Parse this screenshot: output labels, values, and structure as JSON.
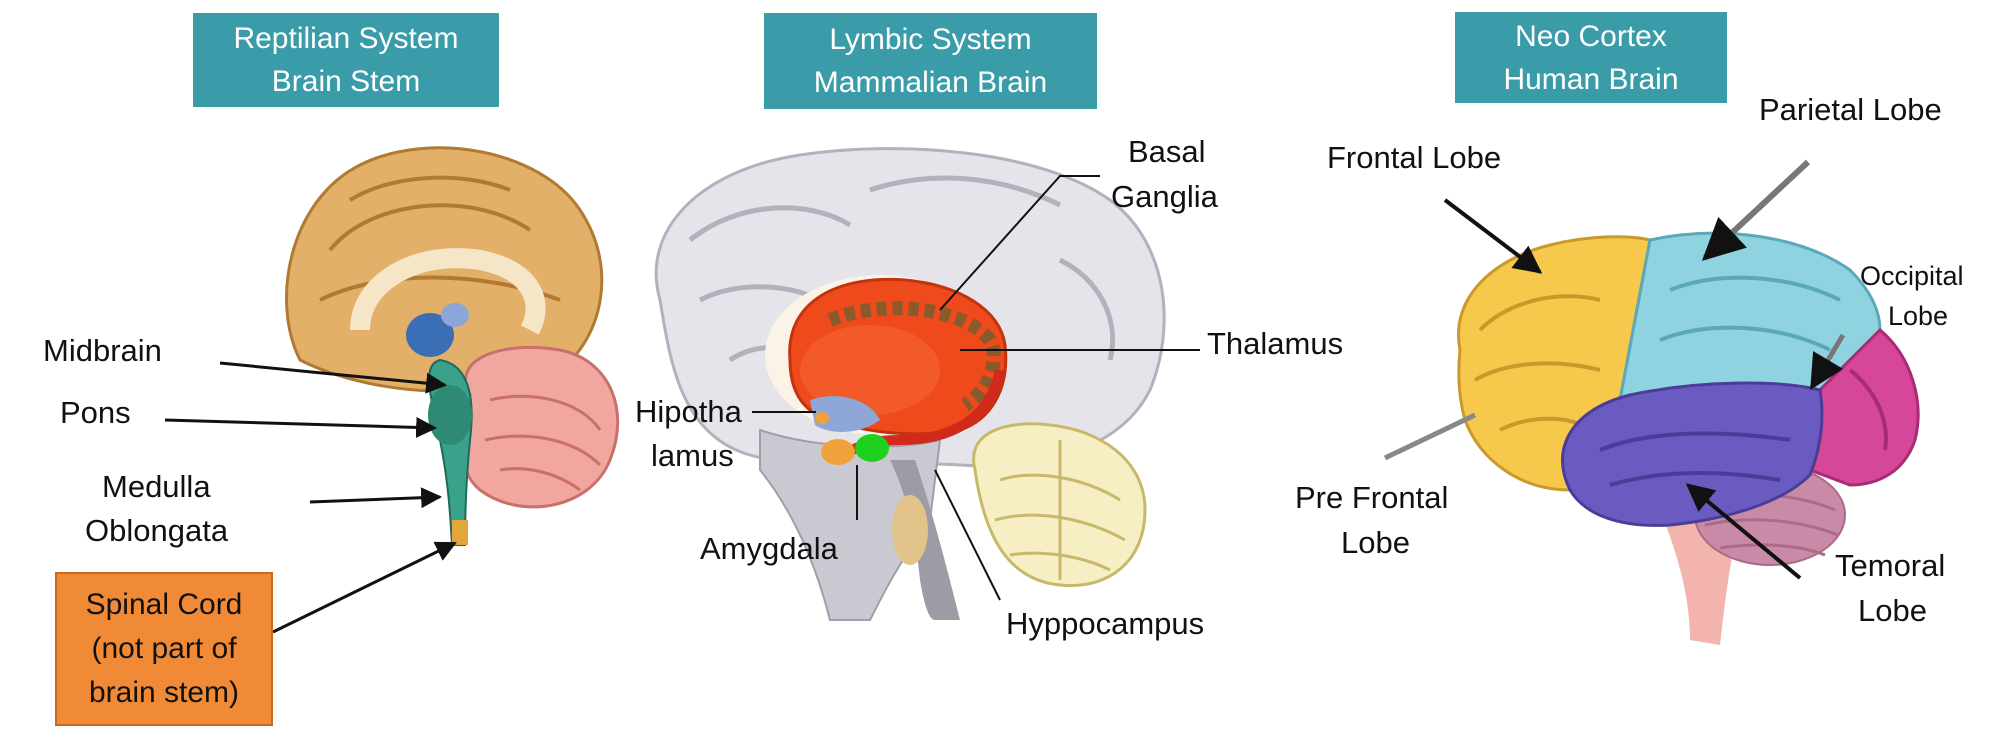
{
  "panels": [
    {
      "title_line1": "Reptilian System",
      "title_line2": "Brain Stem"
    },
    {
      "title_line1": "Lymbic System",
      "title_line2": "Mammalian Brain"
    },
    {
      "title_line1": "Neo Cortex",
      "title_line2": "Human Brain"
    }
  ],
  "labels": {
    "midbrain": "Midbrain",
    "pons": "Pons",
    "medulla_1": "Medulla",
    "medulla_2": "Oblongata",
    "spinal_1": "Spinal Cord",
    "spinal_2": "(not part of",
    "spinal_3": "brain stem)",
    "basal_1": "Basal",
    "basal_2": "Ganglia",
    "thalamus": "Thalamus",
    "hypo_1": "Hipotha",
    "hypo_2": "lamus",
    "amygdala": "Amygdala",
    "hippocampus": "Hyppocampus",
    "frontal": "Frontal Lobe",
    "parietal": "Parietal Lobe",
    "occipital_1": "Occipital",
    "occipital_2": "Lobe",
    "prefrontal_1": "Pre Frontal",
    "prefrontal_2": "Lobe",
    "temporal_1": "Temoral",
    "temporal_2": "Lobe"
  },
  "colors": {
    "header_bg": "#3a9ca8",
    "note_bg": "#f08a36",
    "frontal_lobe": "#f6c84c",
    "parietal_lobe": "#8fd3e0",
    "occipital_lobe": "#d6479a",
    "temporal_lobe": "#6a5bc0",
    "cerebellum": "#c98aa8",
    "brain_stem": "#f3b4ad"
  }
}
